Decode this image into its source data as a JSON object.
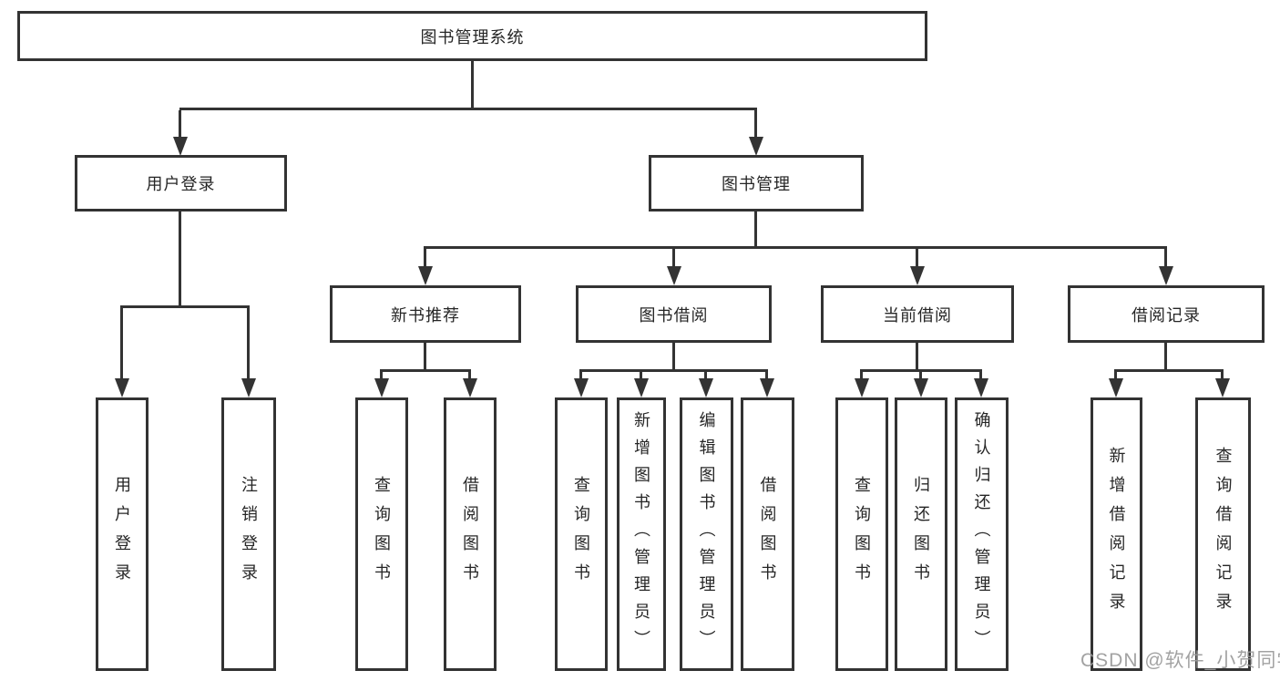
{
  "colors": {
    "background": "#ffffff",
    "line": "#333333",
    "box_border": "#333333",
    "text": "#262626",
    "watermark": "#9b9b9b"
  },
  "watermark": "CSDN @软件_小贺同学",
  "tree": {
    "root": {
      "label": "图书管理系统"
    },
    "branches": [
      {
        "label": "用户登录",
        "children": [
          {
            "label": "用户登录"
          },
          {
            "label": "注销登录"
          }
        ]
      },
      {
        "label": "图书管理",
        "children": [
          {
            "label": "新书推荐",
            "children": [
              {
                "label": "查询图书"
              },
              {
                "label": "借阅图书"
              }
            ]
          },
          {
            "label": "图书借阅",
            "children": [
              {
                "label": "查询图书"
              },
              {
                "label": "新增图书（管理员）"
              },
              {
                "label": "编辑图书（管理员）"
              },
              {
                "label": "借阅图书"
              }
            ]
          },
          {
            "label": "当前借阅",
            "children": [
              {
                "label": "查询图书"
              },
              {
                "label": "归还图书"
              },
              {
                "label": "确认归还（管理员）"
              }
            ]
          },
          {
            "label": "借阅记录",
            "children": [
              {
                "label": "新增借阅记录"
              },
              {
                "label": "查询借阅记录"
              }
            ]
          }
        ]
      }
    ]
  }
}
